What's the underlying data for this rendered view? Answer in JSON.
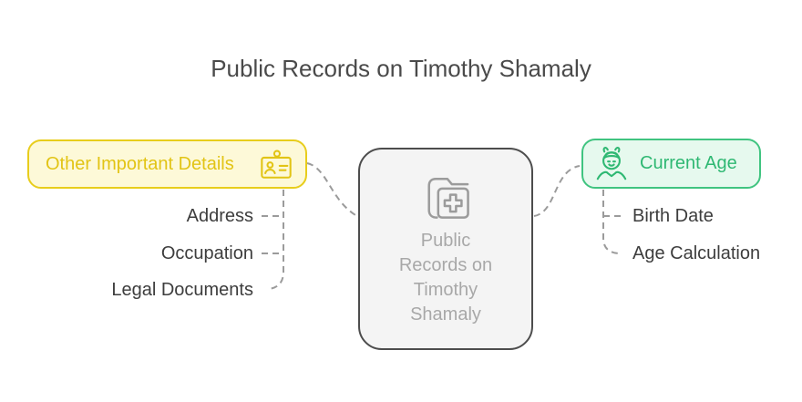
{
  "title": "Public Records on Timothy Shamaly",
  "center_node": {
    "label": "Public Records on Timothy Shamaly",
    "icon": "folder-plus-icon"
  },
  "branches": {
    "left": {
      "label": "Other Important Details",
      "icon": "id-card-icon",
      "text_color": "#e2c415",
      "border_color": "#e8cd1c",
      "fill_color": "#fdf9d8",
      "items": [
        "Address",
        "Occupation",
        "Legal Documents"
      ]
    },
    "right": {
      "label": "Current Age",
      "icon": "person-icon",
      "text_color": "#2fb873",
      "border_color": "#40c480",
      "fill_color": "#e6f9ee",
      "items": [
        "Birth Date",
        "Age Calculation"
      ]
    }
  },
  "style": {
    "connector_color": "#9b9b9b",
    "title_color": "#4a4a4a",
    "item_text_color": "#3d3d3d",
    "center_fill": "#f4f4f4",
    "center_border": "#4d4d4d",
    "center_text_color": "#a8a8a8"
  }
}
